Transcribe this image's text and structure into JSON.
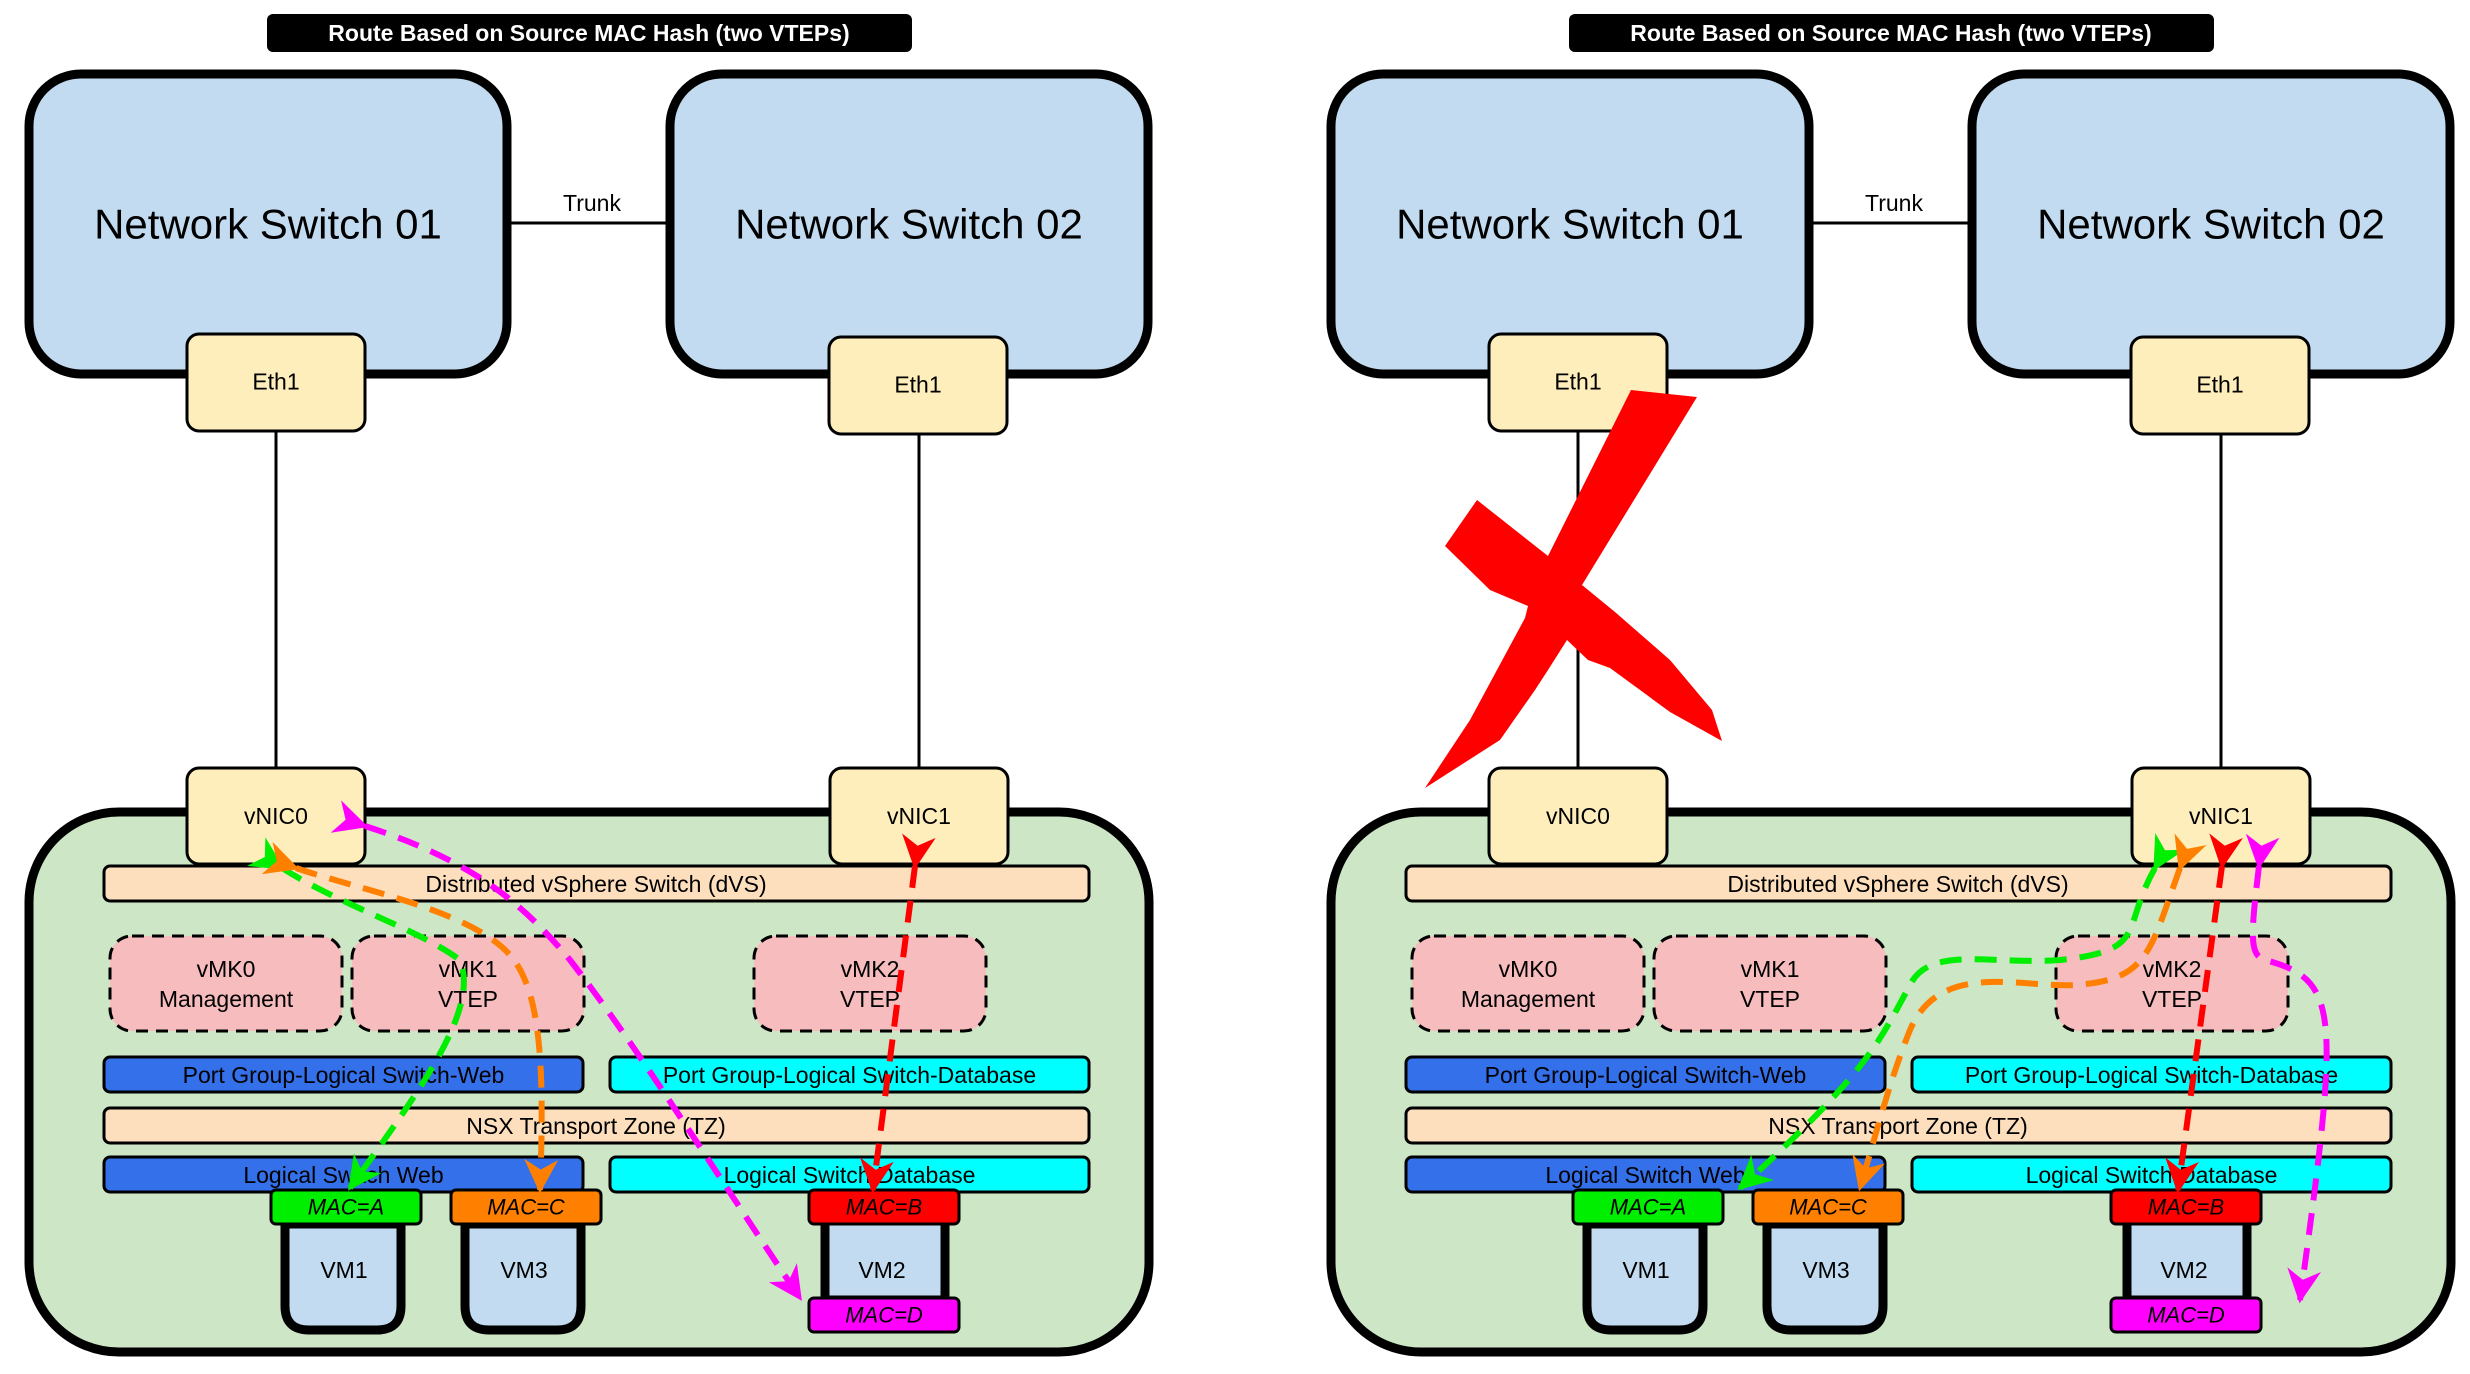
{
  "panels": [
    {
      "id": "left",
      "title": "Route Based on Source MAC Hash (two VTEPs)",
      "switches": [
        "Network Switch 01",
        "Network Switch 02"
      ],
      "trunk_label": "Trunk",
      "uplink_ports": [
        "Eth1",
        "Eth1"
      ],
      "vnics": [
        "vNIC0",
        "vNIC1"
      ],
      "dvs_label": "Distributed vSphere Switch (dVS)",
      "vmkernels": [
        {
          "name": "vMK0",
          "role": "Management"
        },
        {
          "name": "vMK1",
          "role": "VTEP"
        },
        {
          "name": "vMK2",
          "role": "VTEP"
        }
      ],
      "port_groups": [
        "Port Group-Logical Switch-Web",
        "Port Group-Logical Switch-Database"
      ],
      "transport_zone": "NSX Transport Zone (TZ)",
      "logical_switches": [
        "Logical Switch Web",
        "Logical Switch Database"
      ],
      "vms": [
        {
          "name": "VM1",
          "macs": [
            "MAC=A"
          ]
        },
        {
          "name": "VM3",
          "macs": [
            "MAC=C"
          ]
        },
        {
          "name": "VM2",
          "macs": [
            "MAC=B",
            "MAC=D"
          ]
        }
      ],
      "uplink_failed": false,
      "flows": [
        {
          "mac": "MAC=A",
          "color": "#00ee00",
          "uplink": "vNIC0"
        },
        {
          "mac": "MAC=C",
          "color": "#ff8000",
          "uplink": "vNIC0"
        },
        {
          "mac": "MAC=D",
          "color": "#ff00ff",
          "uplink": "vNIC0"
        },
        {
          "mac": "MAC=B",
          "color": "#ff0000",
          "uplink": "vNIC1"
        }
      ]
    },
    {
      "id": "right",
      "title": "Route Based on Source MAC Hash (two VTEPs)",
      "switches": [
        "Network Switch 01",
        "Network Switch 02"
      ],
      "trunk_label": "Trunk",
      "uplink_ports": [
        "Eth1",
        "Eth1"
      ],
      "vnics": [
        "vNIC0",
        "vNIC1"
      ],
      "dvs_label": "Distributed vSphere Switch (dVS)",
      "vmkernels": [
        {
          "name": "vMK0",
          "role": "Management"
        },
        {
          "name": "vMK1",
          "role": "VTEP"
        },
        {
          "name": "vMK2",
          "role": "VTEP"
        }
      ],
      "port_groups": [
        "Port Group-Logical Switch-Web",
        "Port Group-Logical Switch-Database"
      ],
      "transport_zone": "NSX Transport Zone (TZ)",
      "logical_switches": [
        "Logical Switch Web",
        "Logical Switch Database"
      ],
      "vms": [
        {
          "name": "VM1",
          "macs": [
            "MAC=A"
          ]
        },
        {
          "name": "VM3",
          "macs": [
            "MAC=C"
          ]
        },
        {
          "name": "VM2",
          "macs": [
            "MAC=B",
            "MAC=D"
          ]
        }
      ],
      "uplink_failed": true,
      "flows": [
        {
          "mac": "MAC=A",
          "color": "#00ee00",
          "uplink": "vNIC1"
        },
        {
          "mac": "MAC=C",
          "color": "#ff8000",
          "uplink": "vNIC1"
        },
        {
          "mac": "MAC=B",
          "color": "#ff0000",
          "uplink": "vNIC1"
        },
        {
          "mac": "MAC=D",
          "color": "#ff00ff",
          "uplink": "vNIC1"
        }
      ]
    }
  ],
  "colors": {
    "switch_fill": "#c2dbf0",
    "port_fill": "#fdeebb",
    "host_fill": "#cde6c6",
    "bar_fill": "#fddfbd",
    "vmk_fill": "#f6bcbe",
    "web_fill": "#3370ea",
    "db_fill": "#00ffff",
    "vm_fill": "#c2dbf0",
    "mac_a": "#00ee00",
    "mac_b": "#ff0000",
    "mac_c": "#ff8000",
    "mac_d": "#ff00ff",
    "failure_x": "#ff0000"
  }
}
